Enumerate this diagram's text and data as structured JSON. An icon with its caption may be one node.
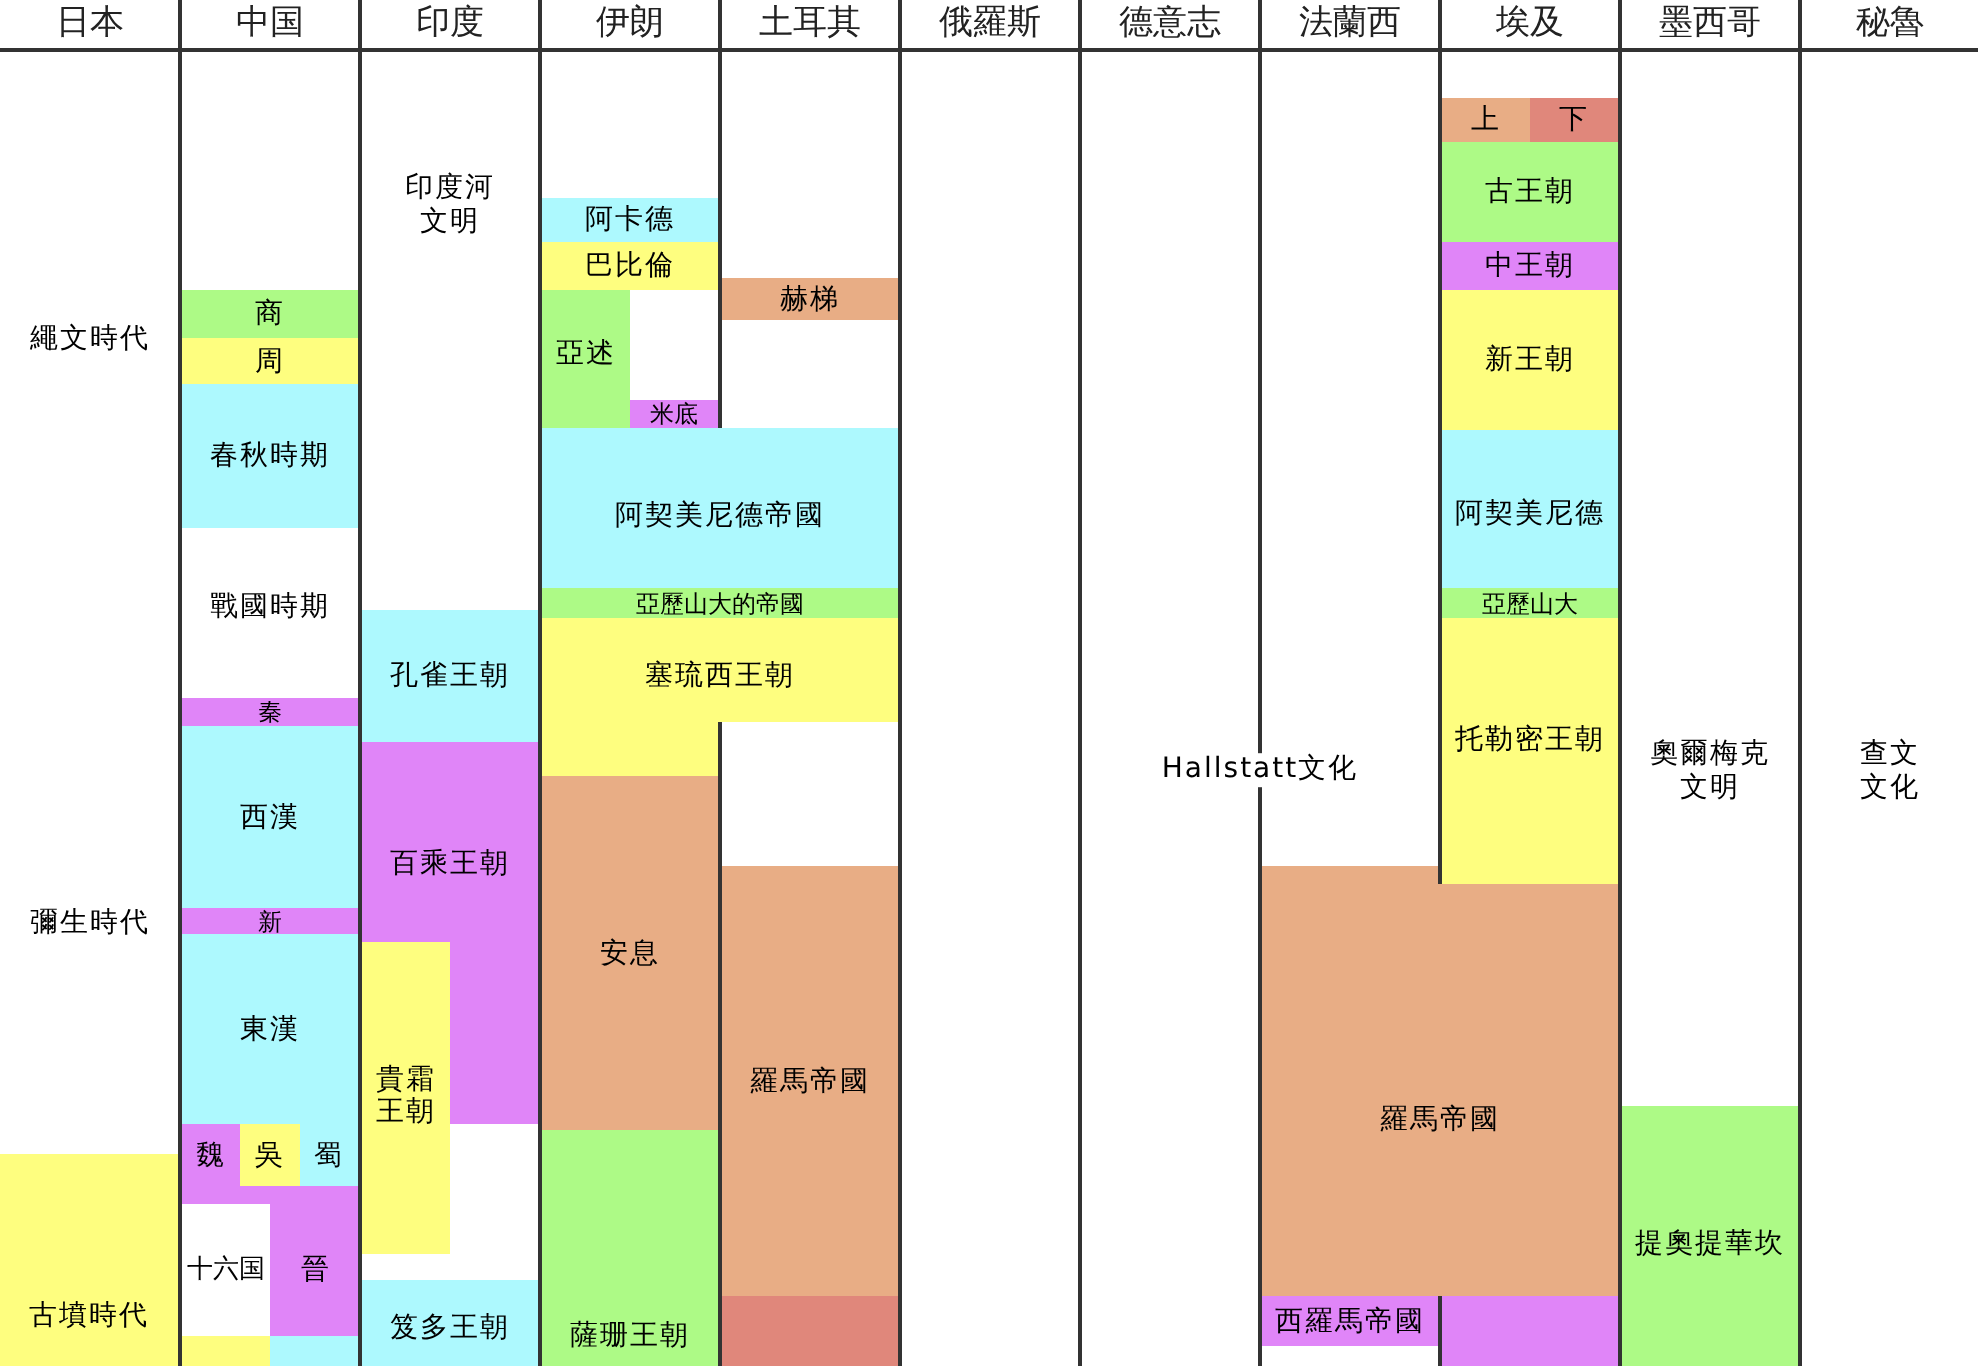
{
  "diagram": {
    "nodes": [
      {
        "text": [
          "古墳時代"
        ]
      },
      {
        "text": [
          "商"
        ]
      },
      {
        "text": [
          "周"
        ]
      },
      {
        "text": [
          "春秋時期"
        ]
      },
      {
        "text": [
          "秦"
        ]
      },
      {
        "text": [
          "西漢"
        ]
      },
      {
        "text": [
          "新"
        ]
      },
      {
        "text": [
          "東漢"
        ]
      },
      {
        "text": [
          "魏"
        ]
      },
      {
        "text": [
          "吳"
        ]
      },
      {
        "text": [
          "蜀"
        ]
      },
      {
        "text": [
          "晉"
        ]
      },
      {
        "text": [],
        "shape": "box"
      },
      {
        "text": [],
        "shape": "box"
      },
      {
        "text": [
          "孔雀王朝"
        ]
      },
      {
        "text": [
          "百乘王朝"
        ]
      },
      {
        "text": [
          "貴霜王朝"
        ]
      },
      {
        "text": [
          "笈多王朝"
        ]
      },
      {
        "text": [
          "阿卡德"
        ]
      },
      {
        "text": [
          "巴比倫"
        ]
      },
      {
        "text": [
          "亞述"
        ]
      },
      {
        "text": [
          "米底"
        ]
      },
      {
        "text": [
          "阿契美尼德帝國"
        ]
      },
      {
        "text": [
          "亞歷山大的帝國"
        ]
      },
      {
        "text": [
          "塞琉西王朝"
        ]
      },
      {
        "text": [
          "安息"
        ]
      },
      {
        "text": [
          "薩珊王朝"
        ]
      },
      {
        "text": [
          "赫梯"
        ]
      },
      {
        "text": [
          "羅馬帝國"
        ]
      },
      {
        "text": [],
        "shape": "box"
      },
      {
        "text": [
          "羅馬帝國"
        ]
      },
      {
        "text": [
          "西羅馬帝國"
        ]
      },
      {
        "text": [
          "上"
        ]
      },
      {
        "text": [
          "下"
        ]
      },
      {
        "text": [
          "古王朝"
        ]
      },
      {
        "text": [
          "中王朝"
        ]
      },
      {
        "text": [
          "新王朝"
        ]
      },
      {
        "text": [
          "阿契美尼德"
        ]
      },
      {
        "text": [
          "亞歷山大"
        ]
      },
      {
        "text": [
          "托勒密王朝"
        ]
      },
      {
        "text": [],
        "shape": "box"
      },
      {
        "text": [
          "提奧提華坎"
        ]
      }
    ],
    "labels": [
      "日本",
      "中国",
      "印度",
      "伊朗",
      "土耳其",
      "俄羅斯",
      "德意志",
      "法蘭西",
      "埃及",
      "墨西哥",
      "秘魯",
      "繩文時代",
      "彌生時代",
      "戰國時期",
      "十六国",
      "印度河文明",
      "Hallstatt文化",
      "奧爾梅克文明",
      "查文文化"
    ]
  }
}
